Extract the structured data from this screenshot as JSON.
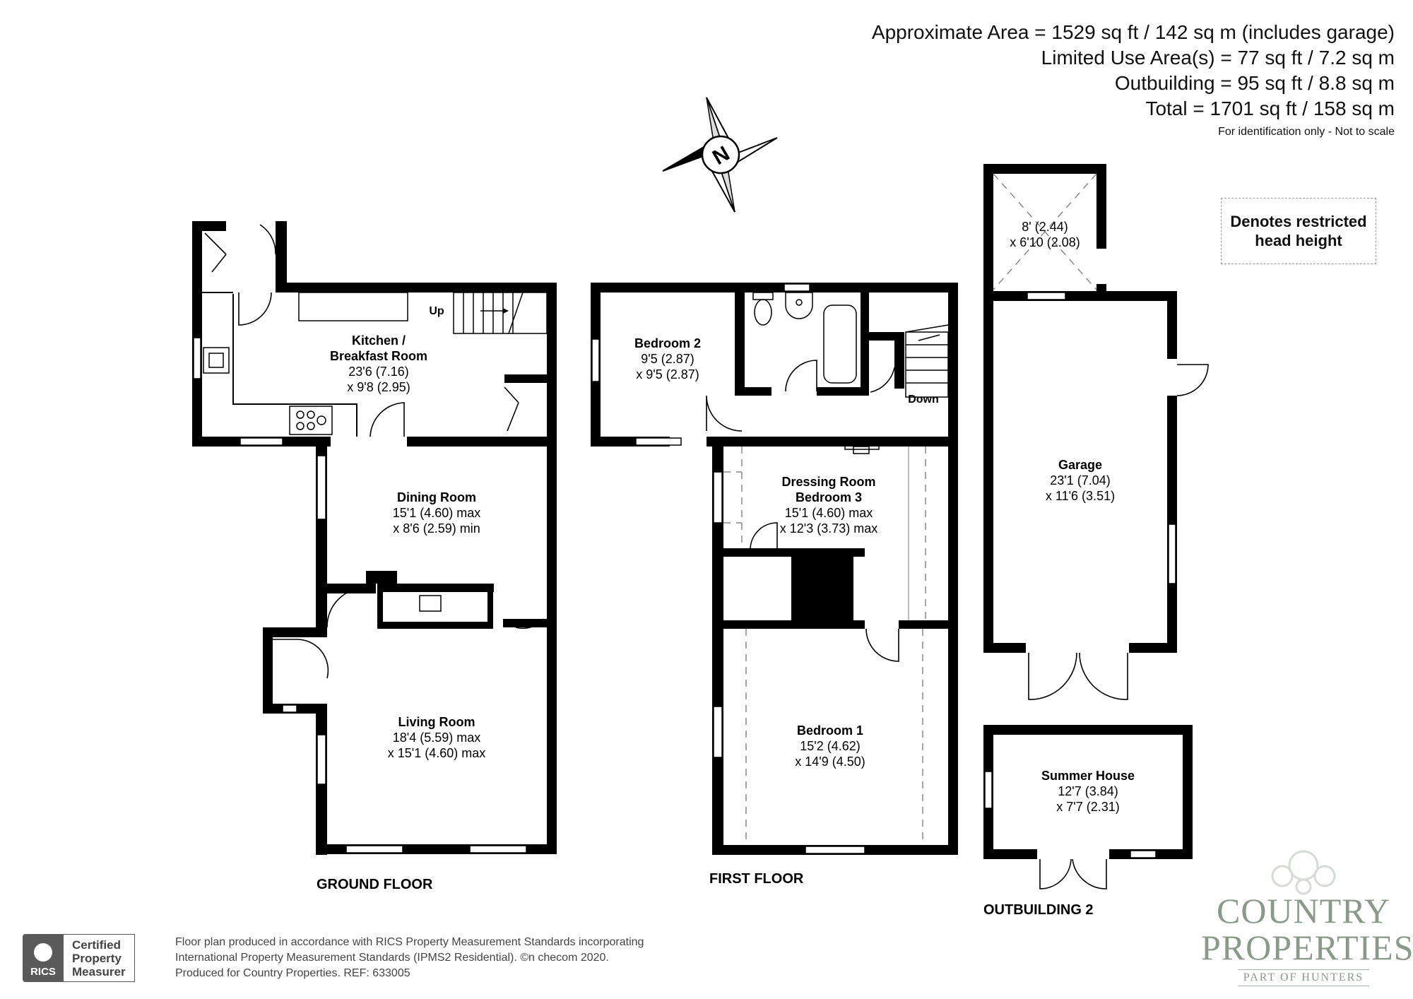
{
  "header": {
    "approx_area": "Approximate Area = 1529 sq ft / 142 sq m (includes garage)",
    "limited_use": "Limited Use Area(s) = 77 sq ft / 7.2 sq m",
    "outbuilding": "Outbuilding = 95 sq ft / 8.8 sq m",
    "total": "Total = 1701 sq ft / 158 sq m",
    "note": "For identification only - Not to scale"
  },
  "compass": {
    "letter": "N"
  },
  "legend": {
    "line1": "Denotes restricted",
    "line2": "head height"
  },
  "floors": {
    "ground": "GROUND FLOOR",
    "first": "FIRST FLOOR",
    "outbuilding2": "OUTBUILDING 2"
  },
  "rooms": {
    "kitchen": {
      "name1": "Kitchen /",
      "name2": "Breakfast Room",
      "dim1": "23'6 (7.16)",
      "dim2": "x 9'8 (2.95)"
    },
    "dining": {
      "name": "Dining Room",
      "dim1": "15'1 (4.60) max",
      "dim2": "x 8'6 (2.59) min"
    },
    "living": {
      "name": "Living Room",
      "dim1": "18'4 (5.59) max",
      "dim2": "x 15'1 (4.60) max"
    },
    "bedroom2": {
      "name": "Bedroom 2",
      "dim1": "9'5 (2.87)",
      "dim2": "x 9'5 (2.87)"
    },
    "dressing": {
      "name1": "Dressing Room",
      "name2": "Bedroom 3",
      "dim1": "15'1 (4.60) max",
      "dim2": "x 12'3 (3.73) max"
    },
    "bedroom1": {
      "name": "Bedroom 1",
      "dim1": "15'2 (4.62)",
      "dim2": "x 14'9 (4.50)"
    },
    "store": {
      "dim1": "8' (2.44)",
      "dim2": "x 6'10 (2.08)"
    },
    "garage": {
      "name": "Garage",
      "dim1": "23'1 (7.04)",
      "dim2": "x 11'6 (3.51)"
    },
    "summer": {
      "name": "Summer House",
      "dim1": "12'7 (3.84)",
      "dim2": "x 7'7 (2.31)"
    }
  },
  "stairs": {
    "up": "Up",
    "down": "Down"
  },
  "footer": {
    "line1": "Floor plan produced in accordance with RICS Property Measurement Standards incorporating",
    "line2": "International Property Measurement Standards (IPMS2 Residential).   ©n checom 2020.",
    "line3": "Produced for Country Properties.   REF: 633005"
  },
  "rics": {
    "logo": "RICS",
    "line1": "Certified",
    "line2": "Property",
    "line3": "Measurer"
  },
  "brand": {
    "line1": "COUNTRY",
    "line2": "PROPERTIES",
    "line3": "PART OF HUNTERS"
  }
}
